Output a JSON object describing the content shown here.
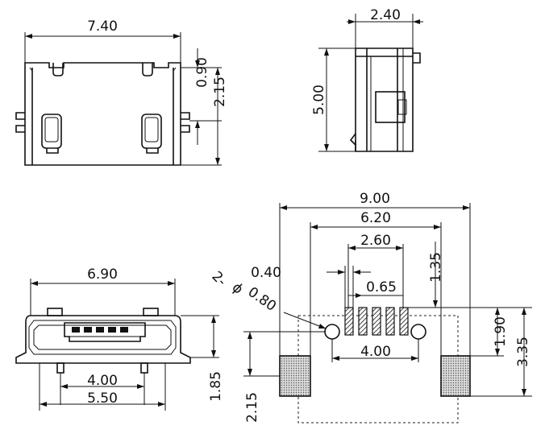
{
  "views": {
    "front": {
      "width": "7.40",
      "height_top": "0.90",
      "height_total": "2.15"
    },
    "side": {
      "width": "2.40",
      "height": "5.00"
    },
    "rear": {
      "width": "6.90",
      "pin_span_inner": "4.00",
      "pin_span_outer": "5.50",
      "height": "1.85"
    },
    "footprint": {
      "overall_width": "9.00",
      "pad_span": "6.20",
      "pin_field": "2.60",
      "pin_width": "0.40",
      "pin_pitch": "0.65",
      "hole_spacing": "4.00",
      "hole_label_count": "2-",
      "hole_label_phi": "ϕ",
      "hole_diameter": "0.80",
      "pin_offset": "1.35",
      "pin_to_pad": "1.90",
      "pad_to_top": "3.35",
      "bottom_depth": "2.15"
    }
  }
}
